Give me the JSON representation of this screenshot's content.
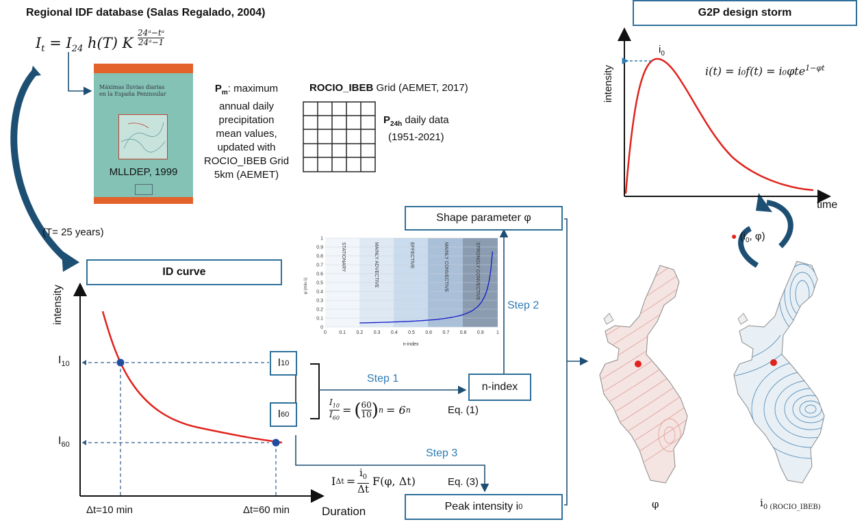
{
  "header": {
    "title": "Regional IDF database (Salas Regalado, 2004)",
    "formula_lhs": "I",
    "formula_lhs_sub": "t",
    "formula_rhs": "= I",
    "formula_rhs_sub": "24",
    "formula_h": "h(T) K",
    "formula_exp_num": "24ᵃ−tᵃ",
    "formula_exp_den": "24ᵃ−1"
  },
  "book": {
    "title_line1": "Máximas lluvias diarias",
    "title_line2": "en la España Peninsular",
    "caption": "MLLDEP, 1999"
  },
  "pm_text": {
    "symbol": "P",
    "symbol_sub": "m",
    "lines": [
      ": maximum",
      "annual daily",
      "precipitation",
      "mean values,",
      "updated with",
      "ROCIO_IBEB Grid",
      "5km (AEMET)"
    ]
  },
  "grid": {
    "title_bold": "ROCIO_IBEB",
    "title_rest": " Grid (AEMET, 2017)",
    "p24_symbol": "P",
    "p24_sub": "24h",
    "p24_text": " daily data",
    "p24_years": "(1951-2021)"
  },
  "return_period": "(T= 25 years)",
  "id_curve": {
    "title": "ID curve",
    "ylabel": "intensity",
    "xlabel": "Duration",
    "i10_label": "I",
    "i10_sub": "10",
    "i60_label": "I",
    "i60_sub": "60",
    "dt10": "Δt=10 min",
    "dt60": "Δt=60 min"
  },
  "boxes": {
    "i10": "I",
    "i10_sub": "10",
    "i60": "I",
    "i60_sub": "60",
    "nindex": "n-index",
    "shape": "Shape parameter φ",
    "peak": "Peak intensity i",
    "peak_sub": "0"
  },
  "steps": {
    "step1": "Step 1",
    "step2": "Step 2",
    "step3": "Step 3"
  },
  "equations": {
    "eq1_label": "Eq. (1)",
    "eq1_rhs": "= 6",
    "eq1_exp": "n",
    "eq3_lhs": "I",
    "eq3_lhs_sub": "Δt",
    "eq3_num": "i",
    "eq3_num_sub": "0",
    "eq3_den": "Δt",
    "eq3_rhs": "F(φ, Δt)",
    "eq3_label": "Eq. (3)"
  },
  "phi_chart": {
    "ylabel": "φ (min-1)",
    "xlabel": "n-index",
    "regimes": [
      "STATIONARY",
      "MAINLY ADVECTIVE",
      "EFFECTIVE",
      "MAINLY CONVECTIVE",
      "STRONGLY CONVECTIVE"
    ],
    "xticks": [
      "0",
      "0.1",
      "0.2",
      "0.3",
      "0.4",
      "0.5",
      "0.6",
      "0.7",
      "0.8",
      "0.9",
      "1"
    ],
    "yticks": [
      "0",
      "0.1",
      "0.2",
      "0.3",
      "0.4",
      "0.5",
      "0.6",
      "0.7",
      "0.8",
      "0.9",
      "1"
    ]
  },
  "g2p": {
    "title": "G2P design storm",
    "ylabel": "intensity",
    "xlabel": "time",
    "peak_label": "i",
    "peak_sub": "0",
    "formula": "i(t) = i₀f(t) = i₀φte",
    "formula_exp": "1−φt"
  },
  "maps": {
    "legend_text": "(i",
    "legend_sub": "0",
    "legend_rest": ", φ)",
    "phi_caption": "φ",
    "i0_caption": "i",
    "i0_caption_sub": "0 (ROCIO_IBEB)"
  },
  "colors": {
    "box_border": "#2d6f9a",
    "arrow_dark": "#1d4f73",
    "curve_red": "#e0231c",
    "point_blue": "#1f4ea0",
    "step_blue": "#2e7bb4",
    "book_teal": "#84c2b5",
    "book_orange": "#e3622c"
  }
}
